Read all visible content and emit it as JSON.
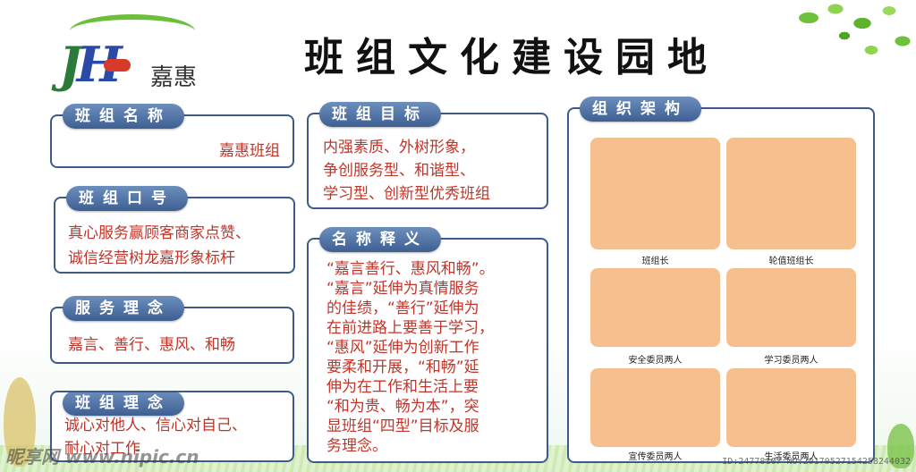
{
  "logo": {
    "mark_letters": [
      "J",
      "H"
    ],
    "name": "嘉惠"
  },
  "title": "班组文化建设园地",
  "panels": {
    "team_name": {
      "label": "班组名称",
      "text": "嘉惠班组"
    },
    "team_slogan": {
      "label": "班组口号",
      "lines": [
        "真心服务赢顾客商家点赞、",
        "诚信经营树龙嘉形象标杆"
      ]
    },
    "service_concept": {
      "label": "服务理念",
      "text": "嘉言、善行、惠风、和畅"
    },
    "team_concept": {
      "label": "班组理念",
      "lines": [
        "诚心对他人、信心对自己、",
        "耐心对工作"
      ]
    },
    "team_goal": {
      "label": "班组目标",
      "lines": [
        "内强素质、外树形象，",
        "争创服务型、和谐型、",
        "学习型、创新型优秀班组"
      ]
    },
    "name_meaning": {
      "label": "名称释义",
      "lines": [
        "“嘉言善行、惠风和畅”。",
        "“嘉言”延伸为真情服务",
        "的佳绩，“善行”延伸为",
        "在前进路上要善于学习，",
        "“惠风”延伸为创新工作",
        "要柔和开展，“和畅”延",
        "伸为在工作和生活上要",
        "“和为贵、畅为本”，突",
        "显班组“四型”目标及服",
        "务理念。"
      ]
    },
    "org_chart": {
      "label": "组织架构",
      "roles": [
        "班组长",
        "轮值班组长",
        "安全委员两人",
        "学习委员两人",
        "宣传委员两人",
        "生活委员两人"
      ]
    }
  },
  "watermark": {
    "left": "昵享网 www.nipic.cn",
    "right": "ID:24778107 NO:20170527154258244032"
  },
  "colors": {
    "panel_border": "#3d5a8a",
    "pill_bg": "#4a6a9c",
    "text_red": "#c0352a",
    "org_box": "#f6c08e"
  },
  "icons": [
    "leaf-decoration",
    "logo-mark",
    "handshake-icon"
  ]
}
